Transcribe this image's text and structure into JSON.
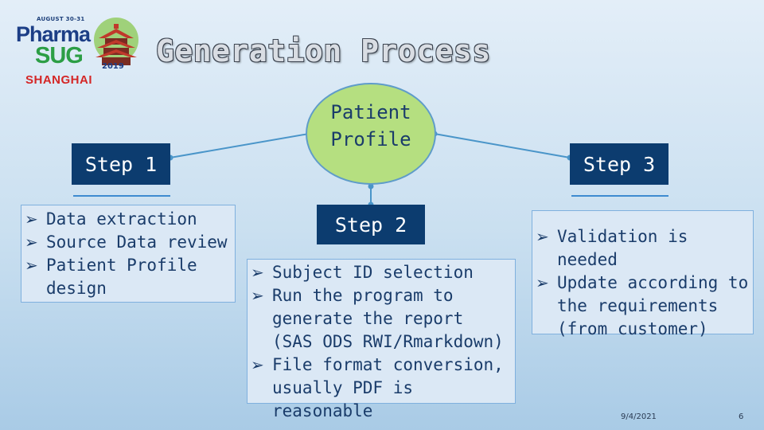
{
  "logo": {
    "dates": "AUGUST 30-31",
    "pharma": "Pharma",
    "sug": "SUG",
    "year": "2019",
    "city": "SHANGHAI"
  },
  "slide": {
    "title": "Generation Process",
    "center_node": "Patient Profile",
    "step1": {
      "label": "Step 1",
      "items": [
        "Data extraction",
        "Source Data review",
        "Patient Profile design"
      ]
    },
    "step2": {
      "label": "Step 2",
      "items": [
        "Subject ID selection",
        "Run the program to generate the report (SAS ODS RWI/Rmarkdown)",
        "File format conversion, usually PDF is reasonable"
      ]
    },
    "step3": {
      "label": "Step 3",
      "items": [
        "Validation is needed",
        "Update according to the requirements (from customer)"
      ]
    }
  },
  "footer": {
    "date": "9/4/2021",
    "page": "6"
  },
  "colors": {
    "step_box": "#0c3c6f",
    "circle_fill": "#b5df80",
    "connector": "#4a95c9",
    "title_fill": "#d9dde3"
  }
}
